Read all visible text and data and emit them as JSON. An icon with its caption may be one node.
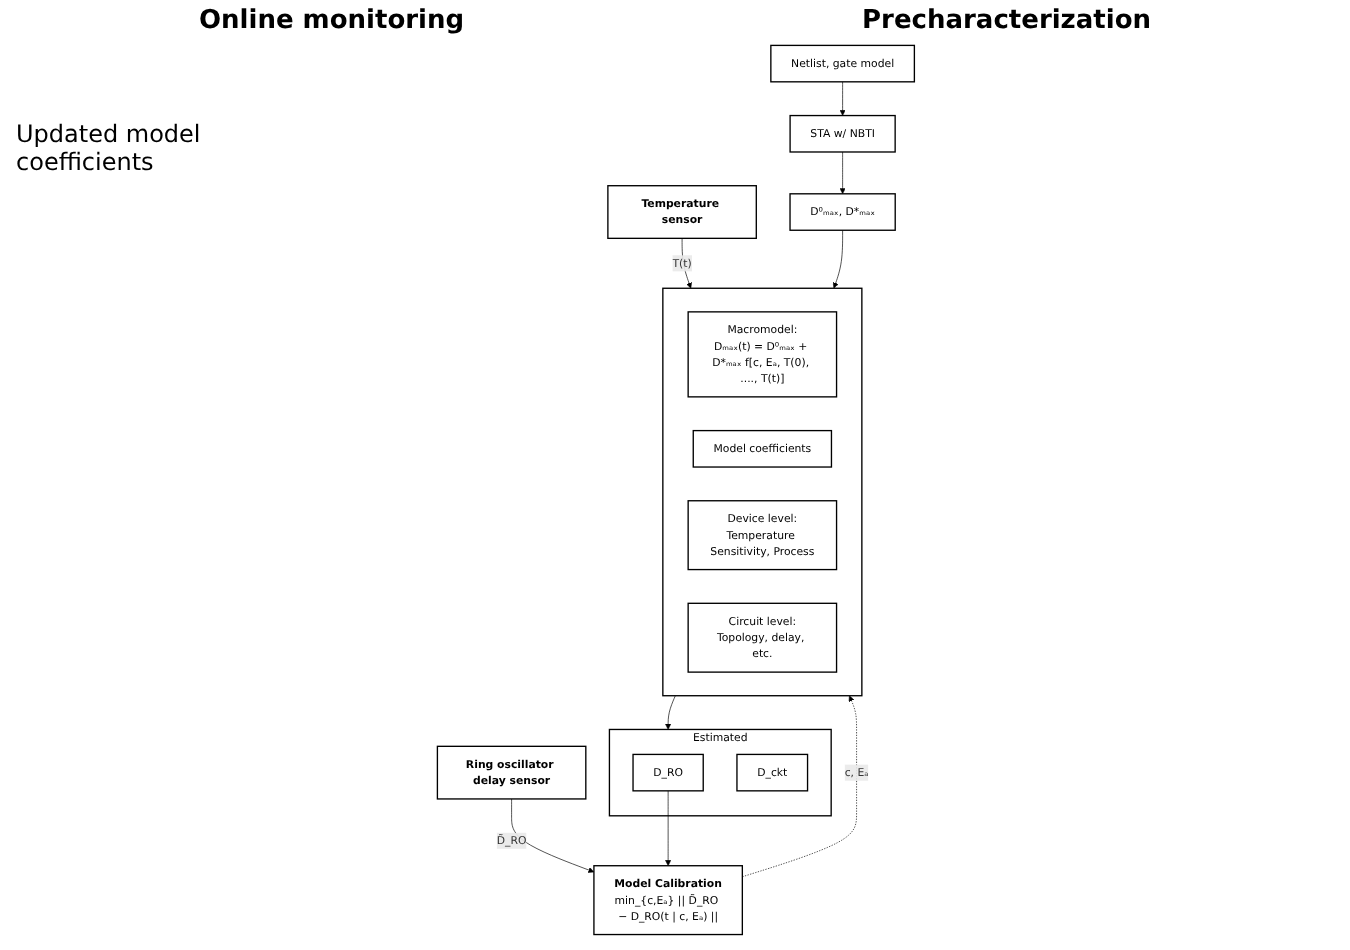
{
  "diagram": {
    "nodes": [
      {
        "text": [
          "Ring oscillator delay sensor"
        ]
      },
      {
        "text": [
          "Temperature sensor"
        ]
      },
      {
        "text": [],
        "shape": "box"
      },
      {
        "text": [
          "Macromodel:",
          "Dₘₐₓ(t) = D⁰ₘₐₓ + D*ₘₐₓ f[c, Eₐ, T(0), ...., T(t)]"
        ],
        "in": 2
      },
      {
        "text": [
          "Model coefficients"
        ],
        "in": 2
      },
      {
        "text": [
          "Device level:",
          "Temperature Sensitivity, Process"
        ],
        "in": 2
      },
      {
        "text": [
          "Circuit level:",
          "Topology, delay, etc."
        ],
        "in": 2
      },
      {
        "text": [
          "Estimated"
        ]
      },
      {
        "text": [
          "D_RO"
        ],
        "in": 7
      },
      {
        "text": [
          "D_ckt"
        ],
        "in": 7
      },
      {
        "text": [
          "Model Calibration",
          "min_{c,Eₐ} || D̃_RO − D_RO(t | c, Eₐ) ||"
        ]
      },
      {
        "text": [
          "Netlist, gate model"
        ]
      },
      {
        "text": [
          "STA w/ NBTI"
        ]
      },
      {
        "text": [
          "D⁰ₘₐₓ, D*ₘₐₓ"
        ]
      }
    ],
    "edges": [
      {
        "from": 0,
        "to": 10,
        "arrow": "to",
        "label": "D̃_RO"
      },
      {
        "from": 1,
        "to": 2,
        "arrow": "to",
        "label": "T(t)"
      },
      {
        "from": 2,
        "to": 7,
        "arrow": "to"
      },
      {
        "from": 8,
        "to": 10,
        "arrow": "to"
      },
      {
        "from": 10,
        "to": 2,
        "arrow": "to",
        "label": "c, Eₐ",
        "style": "dashed"
      },
      {
        "from": 11,
        "to": 12,
        "arrow": "to"
      },
      {
        "from": 12,
        "to": 13,
        "arrow": "to"
      },
      {
        "from": 13,
        "to": 2,
        "arrow": "to"
      }
    ],
    "labels": [
      "Online monitoring",
      "Precharacterization",
      "Updated model coefficients"
    ]
  }
}
